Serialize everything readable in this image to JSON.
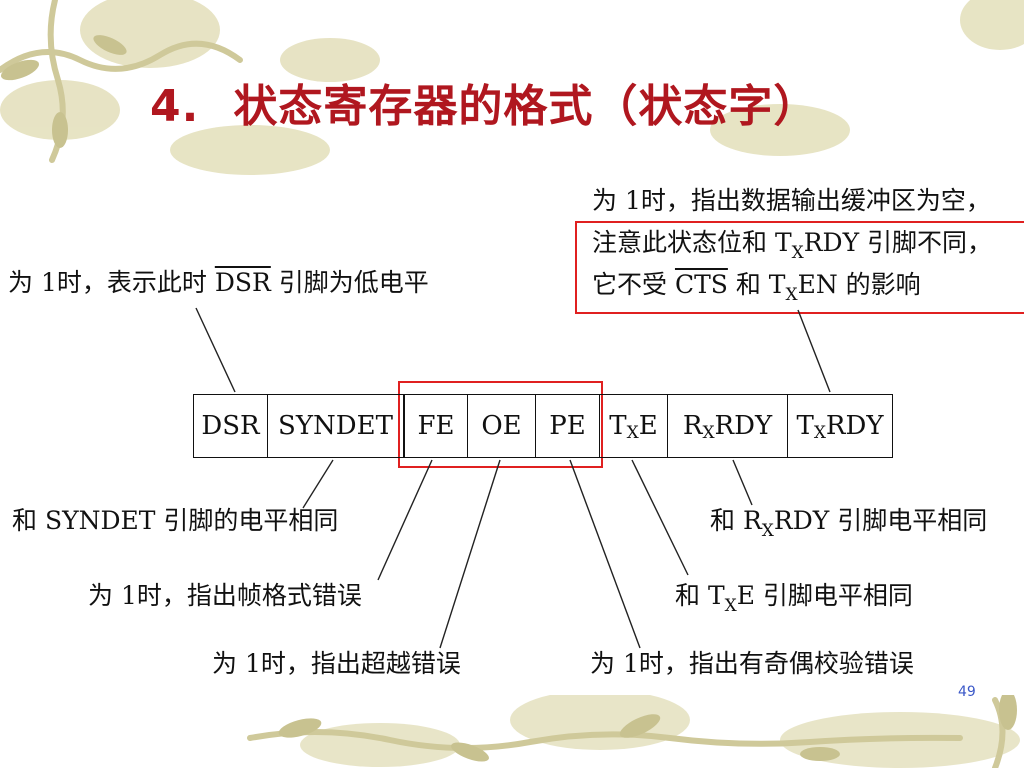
{
  "title": {
    "number": "4.",
    "text": "状态寄存器的格式（状态字）"
  },
  "register": {
    "bits": [
      {
        "pre": "DSR",
        "sub": "",
        "post": ""
      },
      {
        "pre": "SYNDET",
        "sub": "",
        "post": ""
      },
      {
        "pre": "FE",
        "sub": "",
        "post": ""
      },
      {
        "pre": "OE",
        "sub": "",
        "post": ""
      },
      {
        "pre": "PE",
        "sub": "",
        "post": ""
      },
      {
        "pre": "T",
        "sub": "X",
        "post": "E"
      },
      {
        "pre": "R",
        "sub": "X",
        "post": "RDY"
      },
      {
        "pre": "T",
        "sub": "X",
        "post": "RDY"
      }
    ]
  },
  "annotations": {
    "dsr": {
      "pre": "为 1时，表示此时 ",
      "over": "DSR",
      "post": " 引脚为低电平"
    },
    "txrdy": {
      "line1": "为 1时，指出数据输出缓冲区为空，",
      "line2_pre": "注意此状态位和 T",
      "line2_sub": "X",
      "line2_post": "RDY 引脚不同，",
      "line3_pre": "它不受 ",
      "line3_over": "CTS",
      "line3_mid": " 和 T",
      "line3_sub": "X",
      "line3_post": "EN 的影响"
    },
    "syndet": "和 SYNDET 引脚的电平相同",
    "fe": "为 1时，指出帧格式错误",
    "oe": "为 1时，指出超越错误",
    "pe": "为 1时，指出有奇偶校验错误",
    "rxrdy": {
      "pre": "和 R",
      "sub": "X",
      "post": "RDY 引脚电平相同"
    },
    "txe": {
      "pre": "和 T",
      "sub": "X",
      "post": "E 引脚电平相同"
    }
  },
  "page_number": "49",
  "colors": {
    "title": "#b0171f",
    "highlight": "#e02020",
    "page_number": "#3b58c8",
    "deco": "#d8d3a8"
  }
}
